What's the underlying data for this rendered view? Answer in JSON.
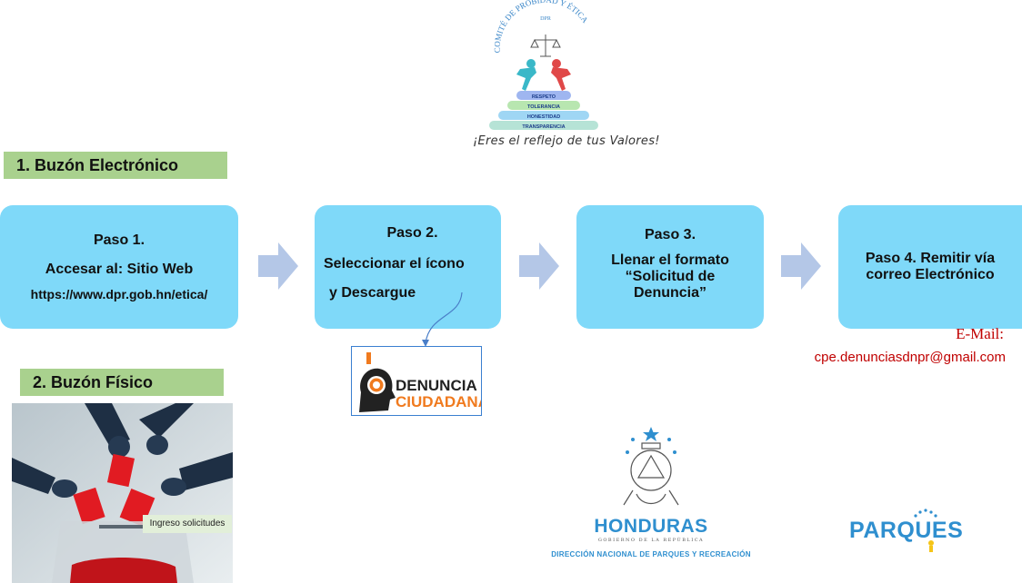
{
  "header": {
    "logo_arc_text": "COMITÉ DE PROBIDAD Y ÉTICA",
    "logo_org": "DPR",
    "logo_values": [
      "RESPETO",
      "TOLERANCIA",
      "HONESTIDAD",
      "TRANSPARENCIA"
    ],
    "tagline": "¡Eres el reflejo de tus Valores!"
  },
  "sections": {
    "electronic": "1. Buzón Electrónico",
    "physical": "2. Buzón Físico"
  },
  "steps": [
    {
      "title": "Paso 1.",
      "line2": "Accesar al: Sitio Web",
      "line3": "https://www.dpr.gob.hn/etica/"
    },
    {
      "title": "Paso 2.",
      "line2": "Seleccionar el ícono",
      "line3": "y Descargue"
    },
    {
      "title": "Paso 3.",
      "line2": "Llenar el formato",
      "line3": "“Solicitud de",
      "line4": "Denuncia”"
    },
    {
      "title": "Paso 4. Remitir vía",
      "line2": "correo Electrónico"
    }
  ],
  "denuncia_icon": {
    "line1": "DENUNCIA",
    "line2": "CIUDADANA"
  },
  "email": {
    "label": "E-Mail:",
    "address": "cpe.denunciasdnpr@gmail.com"
  },
  "photo": {
    "caption": "Ingreso solicitudes"
  },
  "honduras_logo": {
    "title": "HONDURAS",
    "subtitle": "GOBIERNO DE LA REPÚBLICA",
    "agency": "DIRECCIÓN NACIONAL DE PARQUES Y RECREACIÓN"
  },
  "parques_logo": {
    "text": "PARQUES"
  },
  "colors": {
    "step_box": "#7fd9f9",
    "arrow": "#b4c7e7",
    "section_label": "#a9d18e",
    "email": "#c00000",
    "brand_blue": "#2f8fcf"
  }
}
